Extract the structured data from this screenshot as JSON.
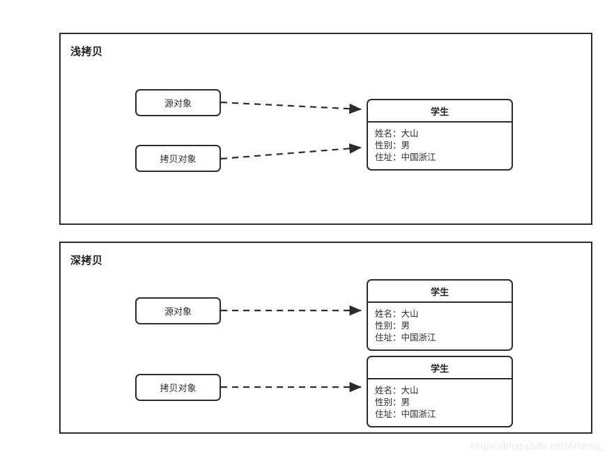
{
  "diagram": {
    "title_shallow": "浅拷贝",
    "title_deep": "深拷贝",
    "watermark": "https://blog.csdn.net/Artenis_",
    "colors": {
      "stroke": "#2b2b2b",
      "background": "#ffffff",
      "text": "#2b2b2b",
      "watermark": "#e8e8e8"
    }
  },
  "labels": {
    "source_object": "源对象",
    "copy_object": "拷贝对象",
    "student_class": "学生"
  },
  "student_fields": [
    "姓名：大山",
    "性别：男",
    "住址：中国浙江"
  ],
  "sections": [
    {
      "id": "shallow",
      "title": "浅拷贝",
      "nodes": [
        {
          "name": "源对象"
        },
        {
          "name": "拷贝对象"
        }
      ],
      "targets": [
        {
          "class_name": "学生",
          "fields": [
            "姓名：大山",
            "性别：男",
            "住址：中国浙江"
          ]
        }
      ],
      "edges": [
        {
          "from": "源对象",
          "to": "学生",
          "style": "dashed"
        },
        {
          "from": "拷贝对象",
          "to": "学生",
          "style": "dashed"
        }
      ]
    },
    {
      "id": "deep",
      "title": "深拷贝",
      "nodes": [
        {
          "name": "源对象"
        },
        {
          "name": "拷贝对象"
        }
      ],
      "targets": [
        {
          "class_name": "学生",
          "fields": [
            "姓名：大山",
            "性别：男",
            "住址：中国浙江"
          ]
        },
        {
          "class_name": "学生",
          "fields": [
            "姓名：大山",
            "性别：男",
            "住址：中国浙江"
          ]
        }
      ],
      "edges": [
        {
          "from": "源对象",
          "to": "学生-1",
          "style": "dashed"
        },
        {
          "from": "拷贝对象",
          "to": "学生-2",
          "style": "dashed"
        }
      ]
    }
  ]
}
